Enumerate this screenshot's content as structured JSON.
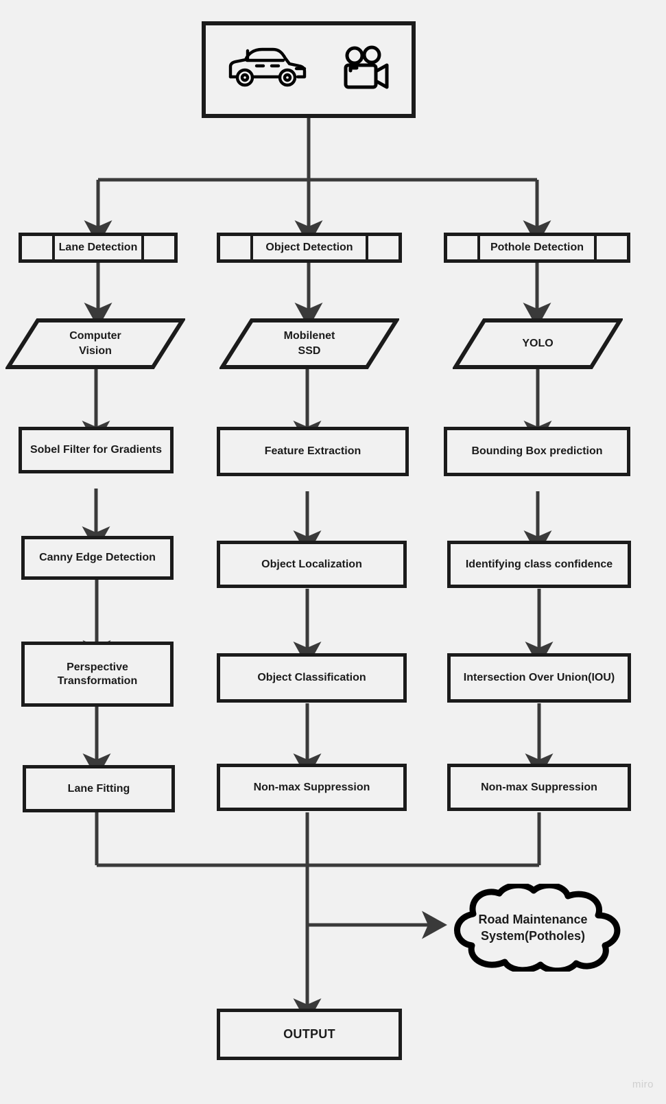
{
  "board": {
    "background_color": "#f1f1f1",
    "stroke_color": "#1b1b1b",
    "connector_color": "#3a3a3a",
    "watermark": "miro"
  },
  "input_node": {
    "name": "input-sources",
    "icons": [
      "car-icon",
      "video-camera-icon"
    ]
  },
  "branches": [
    {
      "header": "Lane Detection",
      "method": "Computer\nVision",
      "method_line1": "Computer",
      "method_line2": "Vision",
      "steps": [
        "Sobel Filter for Gradients",
        "Canny Edge Detection",
        "Perspective\nTransformation",
        "Lane Fitting"
      ],
      "step_lines": [
        [
          "Sobel Filter for Gradients"
        ],
        [
          "Canny Edge Detection"
        ],
        [
          "Perspective",
          "Transformation"
        ],
        [
          "Lane Fitting"
        ]
      ]
    },
    {
      "header": "Object Detection",
      "method": "Mobilenet\nSSD",
      "method_line1": "Mobilenet",
      "method_line2": "SSD",
      "steps": [
        "Feature Extraction",
        "Object Localization",
        "Object Classification",
        "Non-max Suppression"
      ],
      "step_lines": [
        [
          "Feature Extraction"
        ],
        [
          "Object Localization"
        ],
        [
          "Object Classification"
        ],
        [
          "Non-max Suppression"
        ]
      ]
    },
    {
      "header": "Pothole Detection",
      "method": "YOLO",
      "method_line1": "YOLO",
      "method_line2": "",
      "steps": [
        "Bounding Box prediction",
        "Identifying class confidence",
        "Intersection Over Union(IOU)",
        "Non-max Suppression"
      ],
      "step_lines": [
        [
          "Bounding Box prediction"
        ],
        [
          "Identifying class confidence"
        ],
        [
          "Intersection Over Union(IOU)"
        ],
        [
          "Non-max Suppression"
        ]
      ]
    }
  ],
  "cloud": {
    "line1": "Road Maintenance",
    "line2": "System(Potholes)"
  },
  "output": {
    "label": "OUTPUT"
  }
}
